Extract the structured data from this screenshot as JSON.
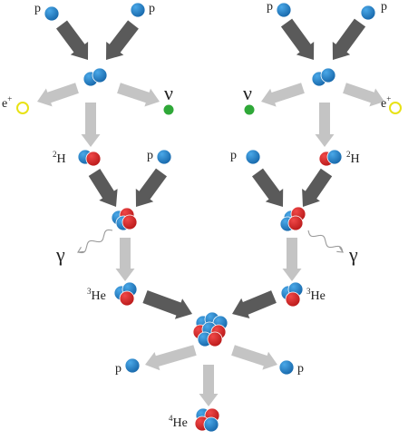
{
  "labels": {
    "proton": "p",
    "positron": "e",
    "positron_sup": "+",
    "neutrino": "ν",
    "deuterium": "H",
    "deuterium_sup": "2",
    "gamma": "γ",
    "helium3": "He",
    "helium3_sup": "3",
    "helium4": "He",
    "helium4_sup": "4"
  },
  "colors": {
    "proton": "#1e7fc6",
    "neutron": "#e02a2a",
    "positron_ring": "#e8e215",
    "neutrino": "#2fa838",
    "arrow_dark": "#5a5a5a",
    "arrow_light": "#c4c4c4",
    "wavy_line": "#9a9a9a"
  }
}
